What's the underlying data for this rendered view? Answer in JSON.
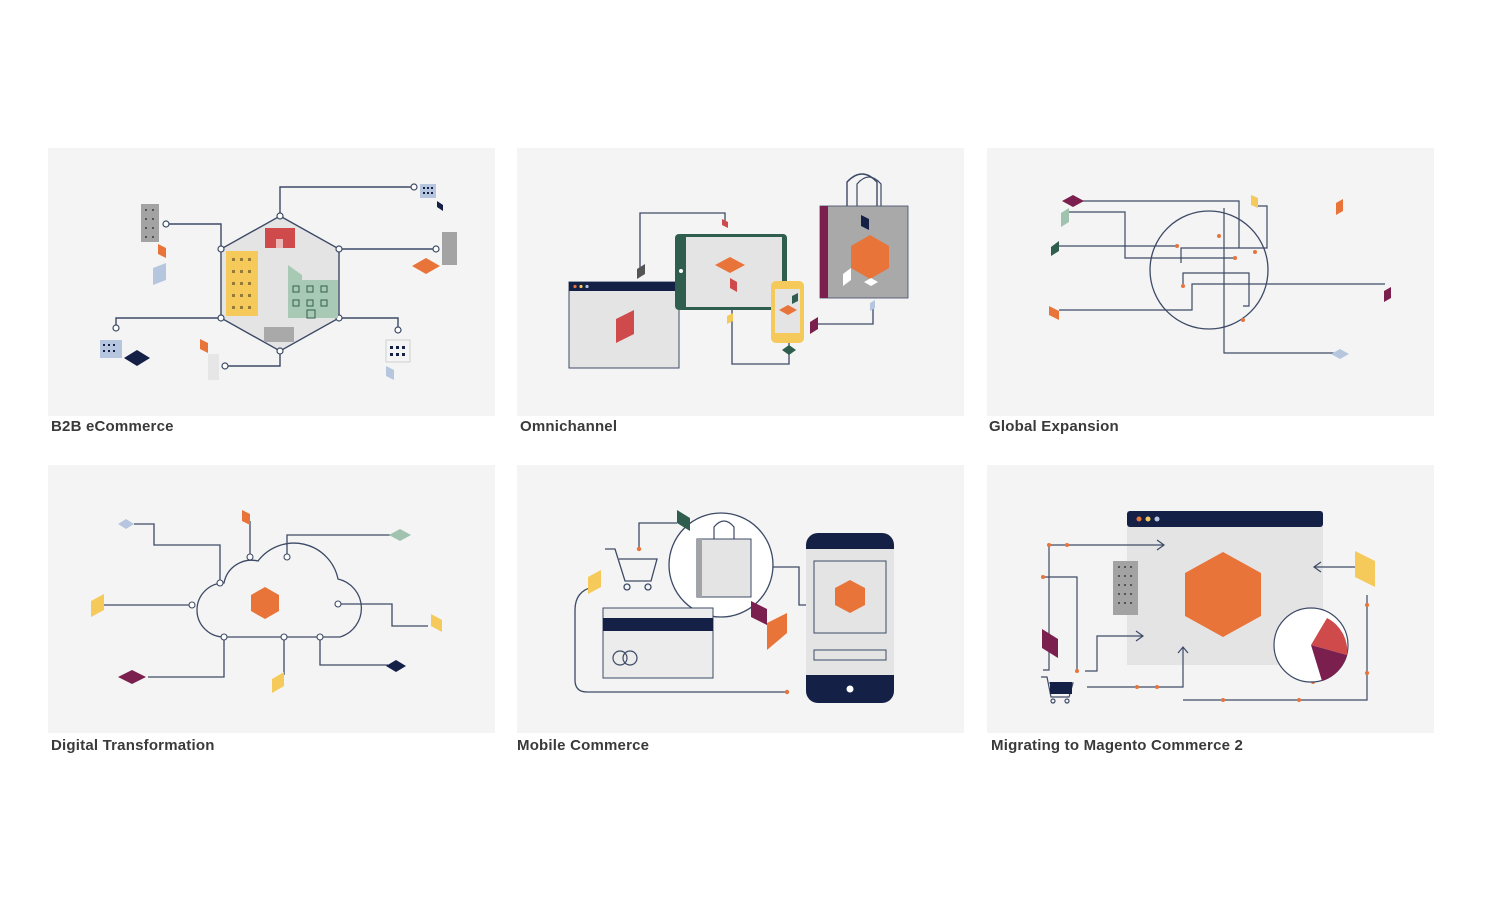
{
  "cards": [
    {
      "id": "b2b",
      "title": "B2B eCommerce"
    },
    {
      "id": "omnichannel",
      "title": "Omnichannel"
    },
    {
      "id": "global",
      "title": "Global Expansion"
    },
    {
      "id": "digital",
      "title": "Digital Transformation"
    },
    {
      "id": "mobile",
      "title": "Mobile Commerce"
    },
    {
      "id": "migrate",
      "title": "Migrating to Magento Commerce 2"
    }
  ],
  "colors": {
    "panel_bg": "#f4f4f4",
    "line": "#3d4a66",
    "orange": "#e8743a",
    "red": "#cf4b4b",
    "yellow": "#f5c95a",
    "navy": "#142046",
    "plum": "#7a1f4e",
    "green": "#2f5e4f",
    "sage": "#9fc3ae",
    "lightblue": "#b6c6de",
    "gray": "#a3a3a3",
    "title_text": "#3a3a3a"
  },
  "icons": [
    "hexagon-hub",
    "building-icon",
    "factory-icon",
    "browser-window-icon",
    "tablet-icon",
    "phone-icon",
    "shopping-bag-icon",
    "globe-icon",
    "cloud-icon",
    "shopping-cart-icon",
    "credit-card-icon",
    "pie-chart-icon"
  ]
}
